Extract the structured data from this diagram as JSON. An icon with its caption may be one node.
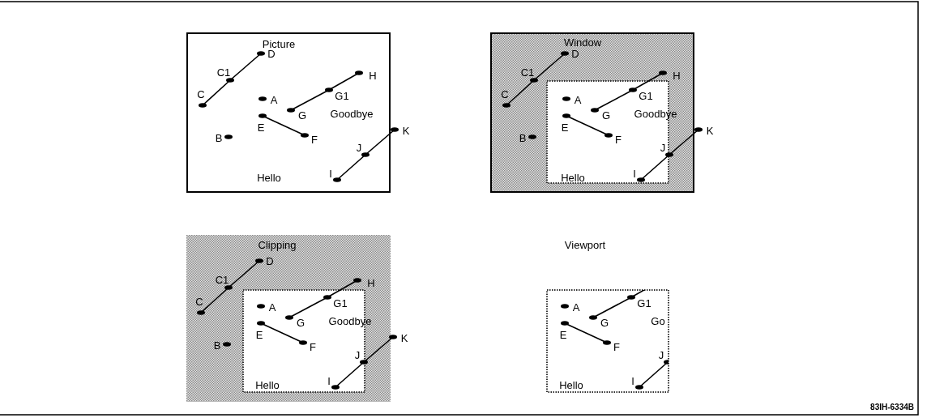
{
  "diagram": {
    "nodes": [
      {
        "text": [
          "Picture",
          "D",
          "H",
          "C1",
          "C",
          "G1",
          "A",
          "G",
          "Goodbye",
          "E",
          "B",
          "F",
          "K",
          "J",
          "I",
          "Hello"
        ]
      },
      {
        "text": [
          "Window",
          "D",
          "H",
          "C1",
          "C",
          "G1",
          "A",
          "G",
          "Goodbye",
          "E",
          "B",
          "F",
          "K",
          "J",
          "I",
          "Hello"
        ]
      },
      {
        "text": [
          "Clipping",
          "D",
          "H",
          "C1",
          "C",
          "G1",
          "A",
          "G",
          "Goodbye",
          "E",
          "B",
          "F",
          "K",
          "J",
          "I",
          "Hello"
        ]
      },
      {
        "text": [
          "Viewport",
          "A",
          "G1",
          "G",
          "Go",
          "E",
          "F",
          "J",
          "I",
          "Hello"
        ]
      }
    ],
    "labels": [
      "83IH-6334B"
    ]
  }
}
